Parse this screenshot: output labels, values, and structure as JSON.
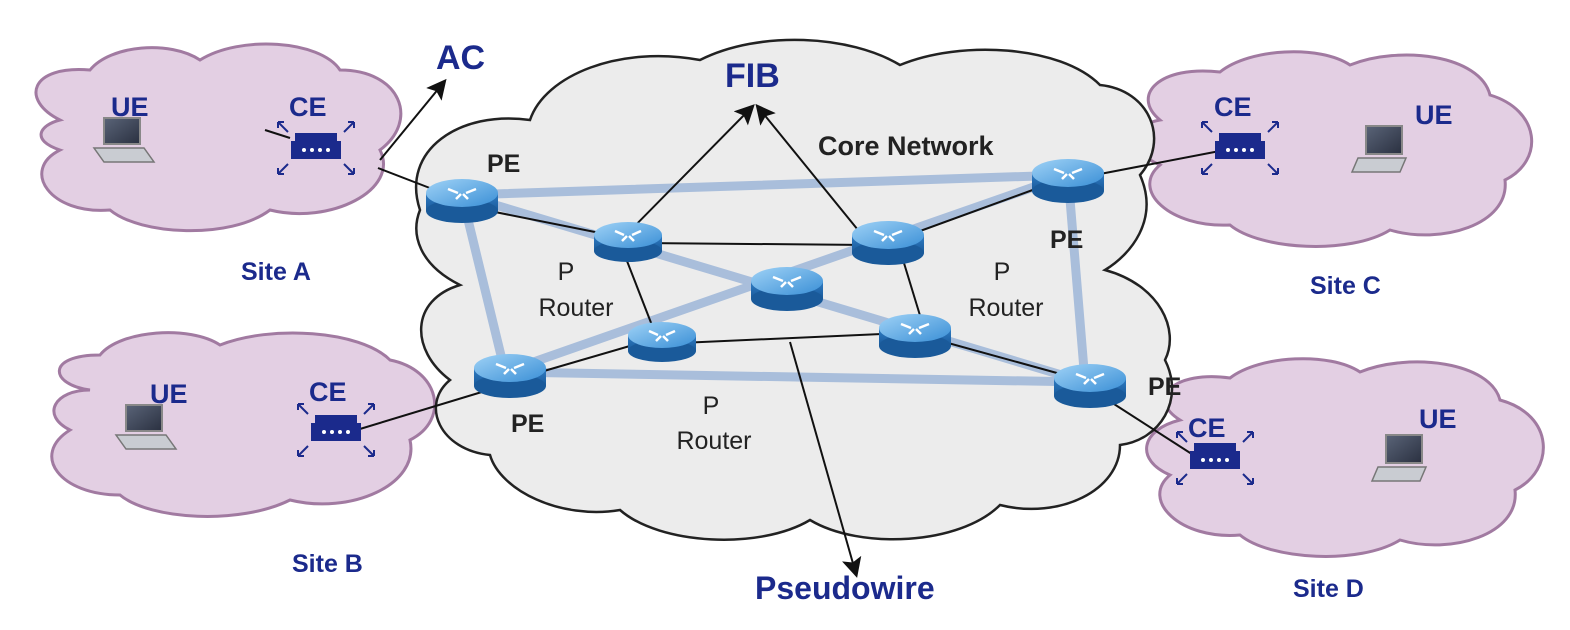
{
  "labels": {
    "ac": "AC",
    "fib": "FIB",
    "core_network": "Core Network",
    "pseudowire": "Pseudowire",
    "pe": "PE",
    "p": "P",
    "router": "Router",
    "ue": "UE",
    "ce": "CE",
    "site_a": "Site A",
    "site_b": "Site B",
    "site_c": "Site C",
    "site_d": "Site D"
  },
  "colors": {
    "site_cloud": "#e3cfe3",
    "site_cloud_stroke": "#a17aa1",
    "core_cloud": "#ececec",
    "core_cloud_stroke": "#222222",
    "link": "#a9bedb",
    "router": "#3a8fd6",
    "ce_device": "#1b2a8c",
    "label_blue": "#1b2a8c"
  },
  "icons": [
    "router-icon",
    "ce-device-icon",
    "laptop-icon",
    "arrow-icon"
  ]
}
